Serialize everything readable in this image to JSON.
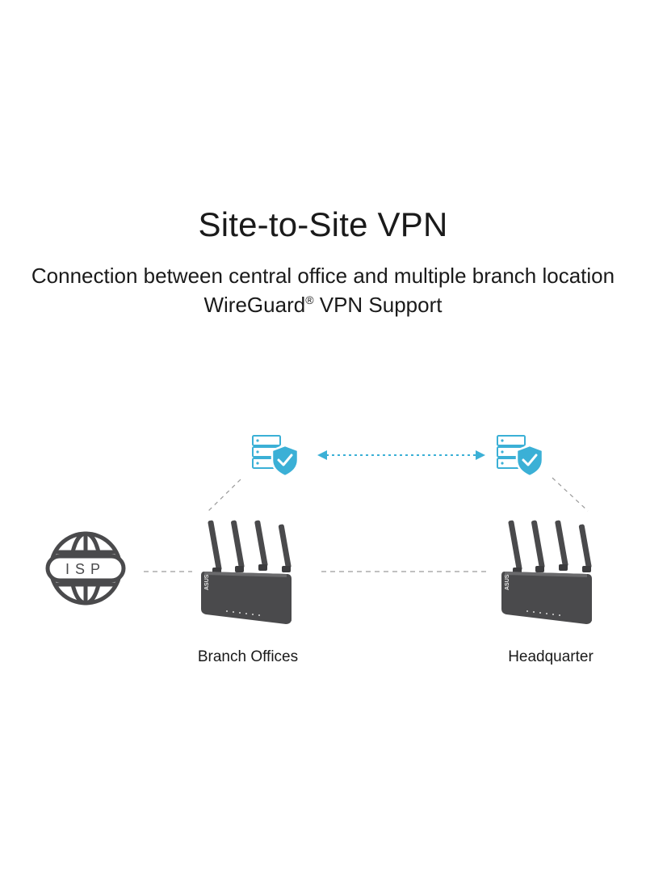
{
  "title": "Site-to-Site VPN",
  "subtitle_line1": "Connection between central office and multiple branch location",
  "subtitle_line2_text": "WireGuard",
  "subtitle_line2_mark": "®",
  "subtitle_line2_rest": " VPN Support",
  "isp_label": "ISP",
  "router_logo": "ASUS",
  "nodes": {
    "branch_label": "Branch Offices",
    "hq_label": "Headquarter"
  },
  "colors": {
    "accent": "#3bb0d6",
    "router": "#4a4a4c",
    "dash": "#9a9a9a",
    "text": "#1a1a1a"
  },
  "icons": [
    "globe-isp-icon",
    "vpn-server-shield-icon",
    "router-icon"
  ]
}
